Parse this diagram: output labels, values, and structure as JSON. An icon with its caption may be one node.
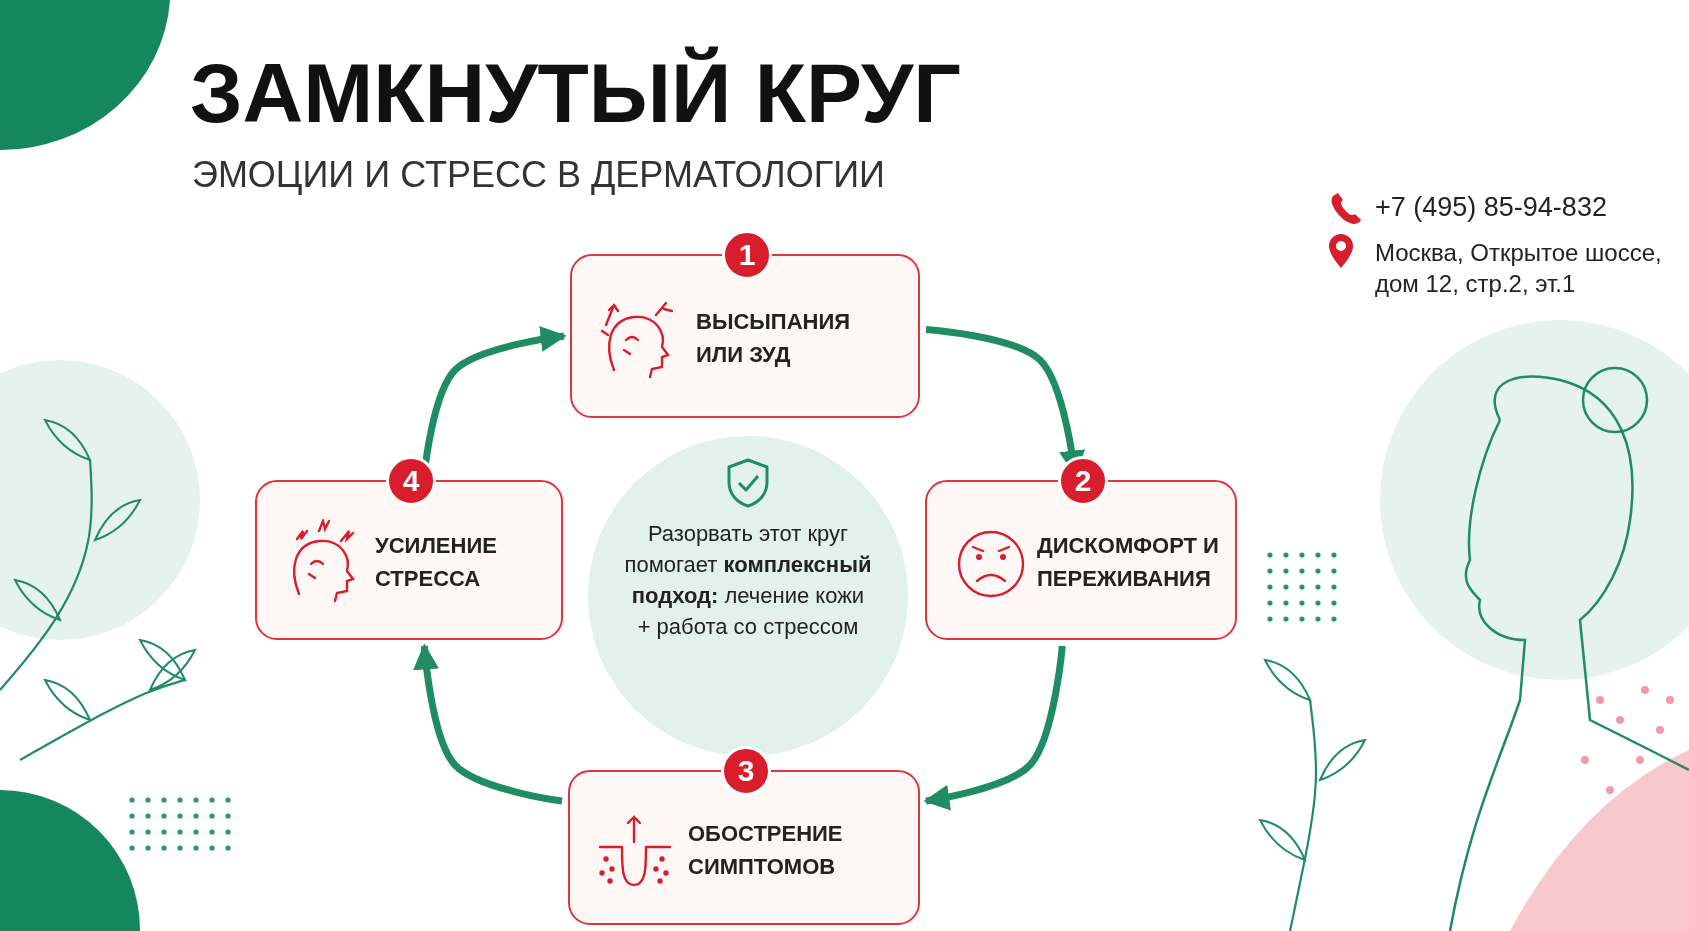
{
  "diagram": {
    "title": "ЗАМКНУТЫЙ КРУГ",
    "nodes": [
      {
        "text": [
          "1",
          "ВЫСЫПАНИЯ ИЛИ ЗУД"
        ]
      },
      {
        "text": [
          "2",
          "ДИСКОМФОРТ И ПЕРЕЖИВАНИЯ"
        ]
      },
      {
        "text": [
          "3",
          "ОБОСТРЕНИЕ СИМПТОМОВ"
        ]
      },
      {
        "text": [
          "4",
          "УСИЛЕНИЕ СТРЕССА"
        ]
      },
      {
        "text": [
          "Разорвать этот круг помогает **комплексный подход:** лечение кожи + работа со стрессом"
        ]
      }
    ],
    "edges": [
      {
        "from": 0,
        "to": 1,
        "arrow": "to"
      },
      {
        "from": 1,
        "to": 2,
        "arrow": "to"
      },
      {
        "from": 2,
        "to": 3,
        "arrow": "to"
      },
      {
        "from": 3,
        "to": 0,
        "arrow": "to"
      }
    ],
    "labels": [
      "ЭМОЦИИ И СТРЕСС В ДЕРМАТОЛОГИИ",
      "+7 (495) 85-94-832",
      "Москва, Открытое шоссе, дом 12, стр.2, эт.1"
    ]
  }
}
